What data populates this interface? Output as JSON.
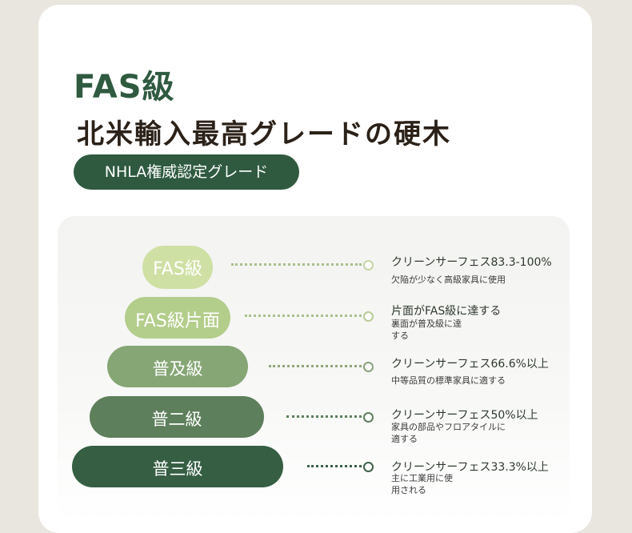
{
  "header": {
    "title": "FAS級",
    "subtitle": "北米輸入最高グレードの硬木",
    "badge": "NHLA権威認定グレード"
  },
  "colors": {
    "brand_green": "#2f5a40",
    "tier1": "#cfe0a4",
    "tier2": "#b3cd8b",
    "tier3": "#86a675",
    "tier4": "#5d7f5b",
    "tier5": "#355e43"
  },
  "grades": [
    {
      "label": "FAS級",
      "title": "クリーンサーフェス83.3-100%",
      "sub_lines": [
        "欠陥が少なく高級家具に使用"
      ]
    },
    {
      "label": "FAS級片面",
      "title": "片面がFAS級に達する",
      "sub_lines": [
        "裏面が普及級に達",
        "する"
      ]
    },
    {
      "label": "普及級",
      "title": "クリーンサーフェス66.6%以上",
      "sub_lines": [
        "中等品質の標準家具に適する"
      ]
    },
    {
      "label": "普二級",
      "title": "クリーンサーフェス50%以上",
      "sub_lines": [
        "家具の部品やフロアタイルに",
        "適する"
      ]
    },
    {
      "label": "普三級",
      "title": "クリーンサーフェス33.3%以上",
      "sub_lines": [
        "主に工業用に使",
        "用される"
      ]
    }
  ]
}
